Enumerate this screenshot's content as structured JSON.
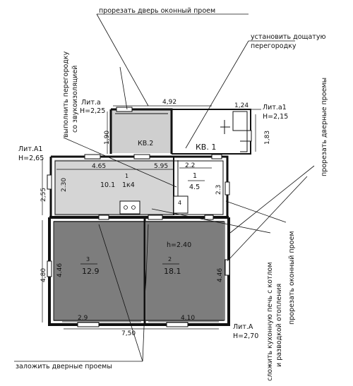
{
  "annotations": {
    "cut_door_window_opening": "прорезать дверь оконный проем",
    "install_plank_partition_line1": "установить дощатую",
    "install_plank_partition_line2": "перегородку",
    "partition_soundproof_line1": "выполнить перегородку",
    "partition_soundproof_line2": "со звукоизоляцией",
    "cut_door_openings": "прорезать дверные проемы",
    "cut_window_opening": "прорезать оконный проем",
    "stove_line1": "сложить кухонную печь с котлом",
    "stove_line2": "и разводкой отопления",
    "block_door_openings": "заложить дверные проемы"
  },
  "lit_labels": {
    "lit_a_small": {
      "name": "Лит.а",
      "height": "H=2,25"
    },
    "lit_a1_small": {
      "name": "Лит.а1",
      "height": "H=2,15"
    },
    "lit_A1": {
      "name": "Лит.А1",
      "height": "H=2,65"
    },
    "lit_A": {
      "name": "Лит.А",
      "height": "H=2,70"
    }
  },
  "apartments": {
    "kv2": "КВ.2",
    "kv1": "КВ. 1"
  },
  "rooms": {
    "kitchen": {
      "number": "1",
      "area": "10.1",
      "extra": "1к4"
    },
    "room1_kv1": {
      "number": "1",
      "area": "4.5"
    },
    "room3": {
      "number": "3",
      "area": "12.9"
    },
    "room2": {
      "number": "2",
      "area": "18.1"
    },
    "room2_height": "h=2.40"
  },
  "dimensions": {
    "top_4_92": "4,92",
    "top_1_24": "1,24",
    "v_1_90": "1,90",
    "v_1_83": "1,83",
    "h_4_65": "4.65",
    "h_5_95": "5.95",
    "h_2_2": "2.2",
    "v_2_55": "2,55",
    "v_2_30": "2.30",
    "v_2_3": "2.3",
    "v_4_80": "4,80",
    "v_4_46_left": "4.46",
    "v_4_46_right": "4.46",
    "h_2_9": "2.9",
    "h_4_10": "4.10",
    "h_7_50": "7,50",
    "small_4": "4"
  },
  "colors": {
    "dark_room_fill": "#7d7d7d",
    "light_room_fill": "#d5d5d5",
    "line": "#111111"
  }
}
